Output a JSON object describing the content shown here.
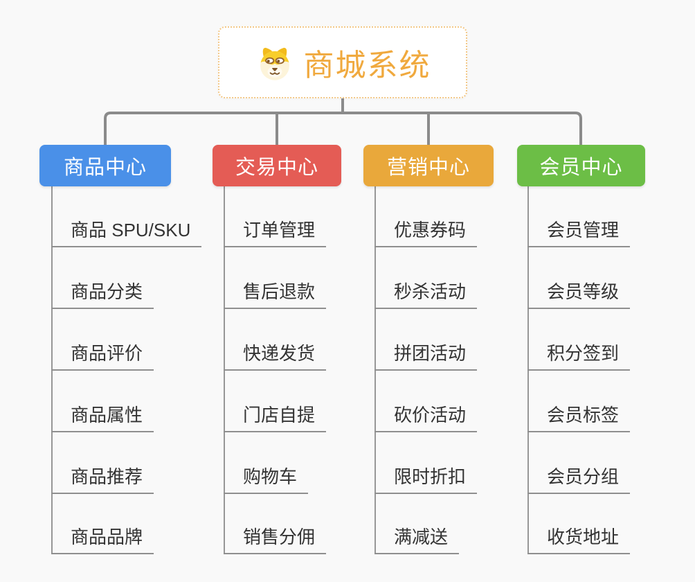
{
  "root": {
    "title": "商城系统",
    "icon": "dog-face-icon",
    "title_color": "#f0a93e",
    "border_color": "#f3c887"
  },
  "palette": {
    "canvas_background": "#f9f9f9",
    "connector_color": "#8b8b8b",
    "trunk_color": "#979797",
    "leaf_underline_color": "#8f8f8f",
    "leaf_text_color": "#333333"
  },
  "branches": [
    {
      "label": "商品中心",
      "color": "#4a90e8",
      "children": [
        "商品 SPU/SKU",
        "商品分类",
        "商品评价",
        "商品属性",
        "商品推荐",
        "商品品牌"
      ]
    },
    {
      "label": "交易中心",
      "color": "#e45c55",
      "children": [
        "订单管理",
        "售后退款",
        "快递发货",
        "门店自提",
        "购物车",
        "销售分佣"
      ]
    },
    {
      "label": "营销中心",
      "color": "#e9a83b",
      "children": [
        "优惠券码",
        "秒杀活动",
        "拼团活动",
        "砍价活动",
        "限时折扣",
        "满减送"
      ]
    },
    {
      "label": "会员中心",
      "color": "#6cbe46",
      "children": [
        "会员管理",
        "会员等级",
        "积分签到",
        "会员标签",
        "会员分组",
        "收货地址"
      ]
    }
  ]
}
